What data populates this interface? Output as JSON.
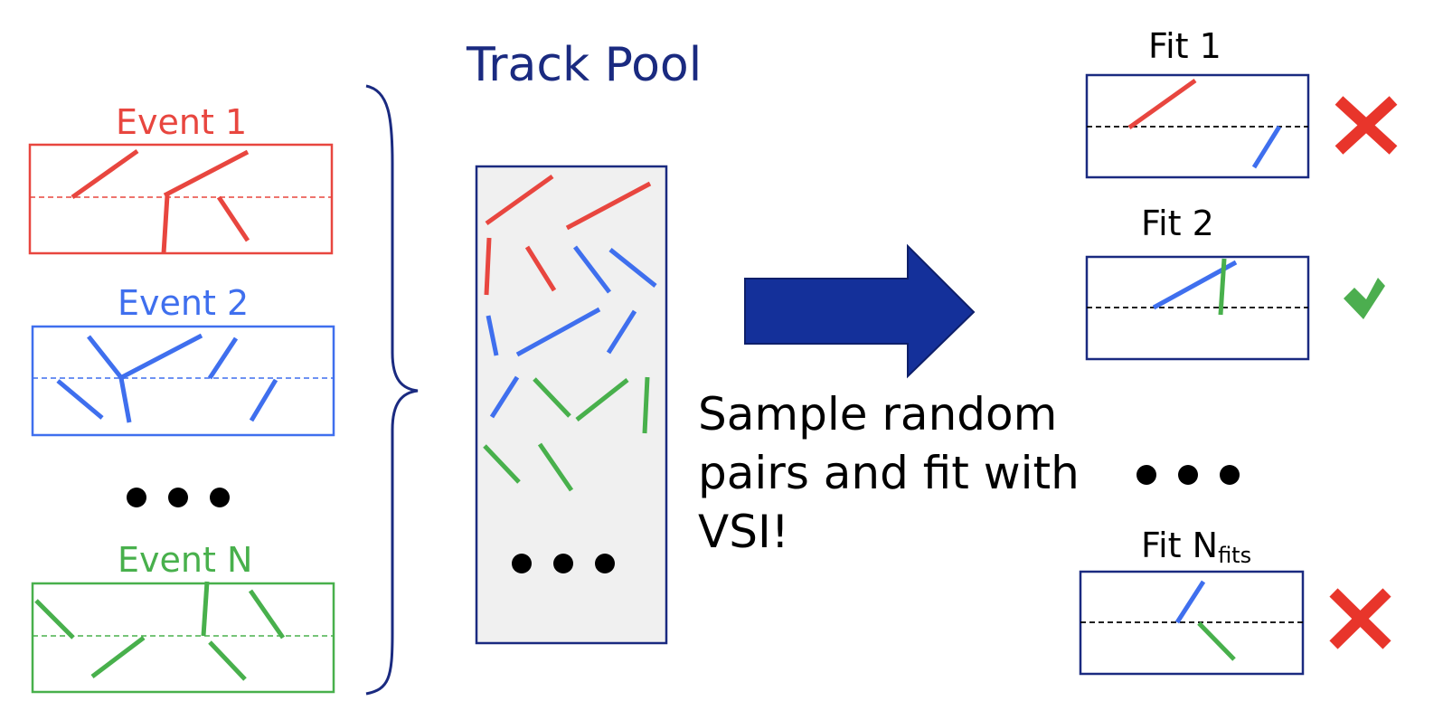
{
  "colors": {
    "red": "#e8463f",
    "blue": "#3f6fee",
    "green": "#48b04c",
    "navy": "#1a2a80",
    "arrow": "#14309a",
    "pool_bg": "#f0f0f0"
  },
  "events": [
    {
      "label": "Event 1",
      "color": "red"
    },
    {
      "label": "Event 2",
      "color": "blue"
    },
    {
      "label": "Event N",
      "color": "green"
    }
  ],
  "pool": {
    "title": "Track Pool"
  },
  "arrow_caption": [
    "Sample random",
    "pairs and fit with",
    "VSI!"
  ],
  "fits": [
    {
      "label": "Fit 1",
      "result": "fail"
    },
    {
      "label": "Fit 2",
      "result": "pass"
    },
    {
      "label": "Fit N",
      "sub": "fits",
      "result": "fail"
    }
  ],
  "ellipsis": "• • •"
}
